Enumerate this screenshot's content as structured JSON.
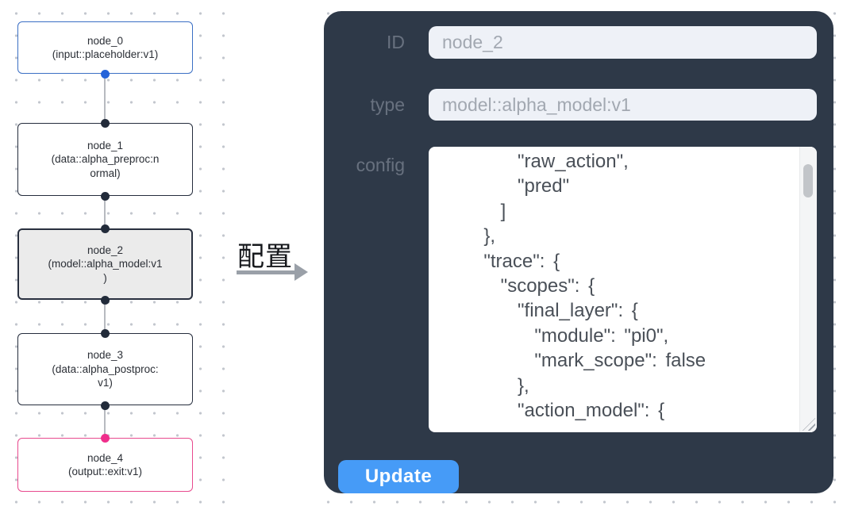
{
  "canvas": {
    "nodes": [
      {
        "id": "node_0",
        "type_lines": [
          "(input::placeholder:v1)"
        ]
      },
      {
        "id": "node_1",
        "type_lines": [
          "(data::alpha_preproc:n",
          "ormal)"
        ]
      },
      {
        "id": "node_2",
        "type_lines": [
          "(model::alpha_model:v1",
          ")"
        ]
      },
      {
        "id": "node_3",
        "type_lines": [
          "(data::alpha_postproc:",
          "v1)"
        ]
      },
      {
        "id": "node_4",
        "type_lines": [
          "(output::exit:v1)"
        ]
      }
    ]
  },
  "annotation": {
    "label": "配置"
  },
  "panel": {
    "id_label": "ID",
    "id_value": "node_2",
    "type_label": "type",
    "type_value": "model::alpha_model:v1",
    "config_label": "config",
    "config_text": "      \"raw_action\",\n      \"pred\"\n    ]\n  },\n  \"trace\": {\n    \"scopes\": {\n      \"final_layer\": {\n        \"module\": \"pi0\",\n        \"mark_scope\": false\n      },\n      \"action_model\": {",
    "update_label": "Update"
  },
  "colors": {
    "panel_bg": "#2e3948",
    "accent_blue": "#3b6fc4",
    "accent_pink": "#e84a8e",
    "port_blue": "#2563d9",
    "port_pink": "#ef2e8b",
    "port_dark": "#222b3a",
    "selected_node_bg": "#ebebeb",
    "button_blue": "#469bf7",
    "input_bg": "#eef1f7"
  }
}
